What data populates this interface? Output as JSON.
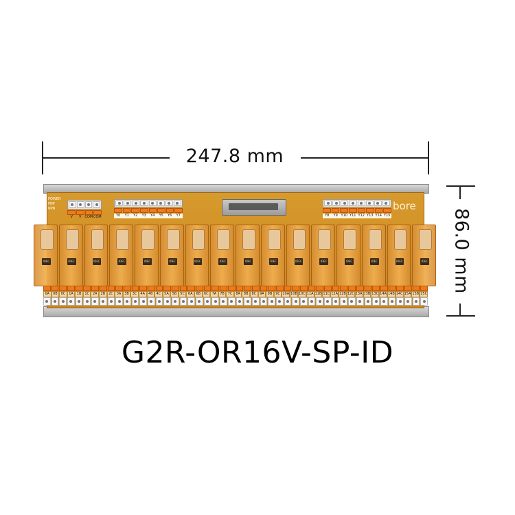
{
  "dimensions": {
    "width_label": "247.8 mm",
    "height_label": "86.0 mm"
  },
  "product": {
    "model": "G2R-OR16V-SP-ID",
    "brand_logo_text": "bore",
    "power_labels": [
      "POWER",
      "PNP",
      "NPN"
    ],
    "relay_marking": "IDEC"
  },
  "top_left_terminal_labels": [
    "V",
    "V",
    "COM",
    "COM"
  ],
  "top_inputs_left": [
    "Y0",
    "Y1",
    "Y2",
    "Y3",
    "Y4",
    "Y5",
    "Y6",
    "Y7"
  ],
  "top_inputs_right": [
    "Y8",
    "Y9",
    "Y10",
    "Y11",
    "Y12",
    "Y13",
    "Y14",
    "Y15"
  ],
  "bottom_terminals": [
    "0A",
    "0B",
    "0C",
    "1A",
    "1B",
    "1C",
    "2A",
    "2B",
    "2C",
    "3A",
    "3B",
    "3C",
    "4A",
    "4B",
    "4C",
    "5A",
    "5B",
    "5C",
    "6A",
    "6B",
    "6C",
    "7A",
    "7B",
    "7C",
    "8A",
    "8B",
    "8C",
    "9A",
    "9B",
    "9C",
    "10A",
    "10B",
    "10C",
    "11A",
    "11B",
    "11C",
    "12A",
    "12B",
    "12C",
    "13A",
    "13B",
    "13C",
    "14A",
    "14B",
    "14C",
    "15A",
    "15B",
    "15C"
  ],
  "relay_count": 16,
  "colors": {
    "pcb": "#d08c24",
    "relay_body": "#e4a24e",
    "terminal_orange": "#f07a1a",
    "rail": "#bdbdbd"
  }
}
